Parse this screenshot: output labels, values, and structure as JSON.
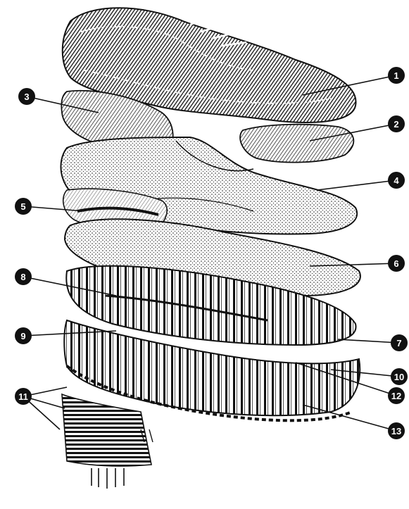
{
  "figure": {
    "subject": "exploded shoe",
    "parts": [
      {
        "label": "1"
      },
      {
        "label": "2"
      },
      {
        "label": "3"
      },
      {
        "label": "4"
      },
      {
        "label": "5"
      },
      {
        "label": "6"
      },
      {
        "label": "7"
      },
      {
        "label": "8"
      },
      {
        "label": "9"
      },
      {
        "label": "10"
      },
      {
        "label": "11"
      },
      {
        "label": "12"
      },
      {
        "label": "13"
      }
    ]
  },
  "colors": {
    "ink": "#111111",
    "paper": "#ffffff",
    "mid": "#555555"
  }
}
